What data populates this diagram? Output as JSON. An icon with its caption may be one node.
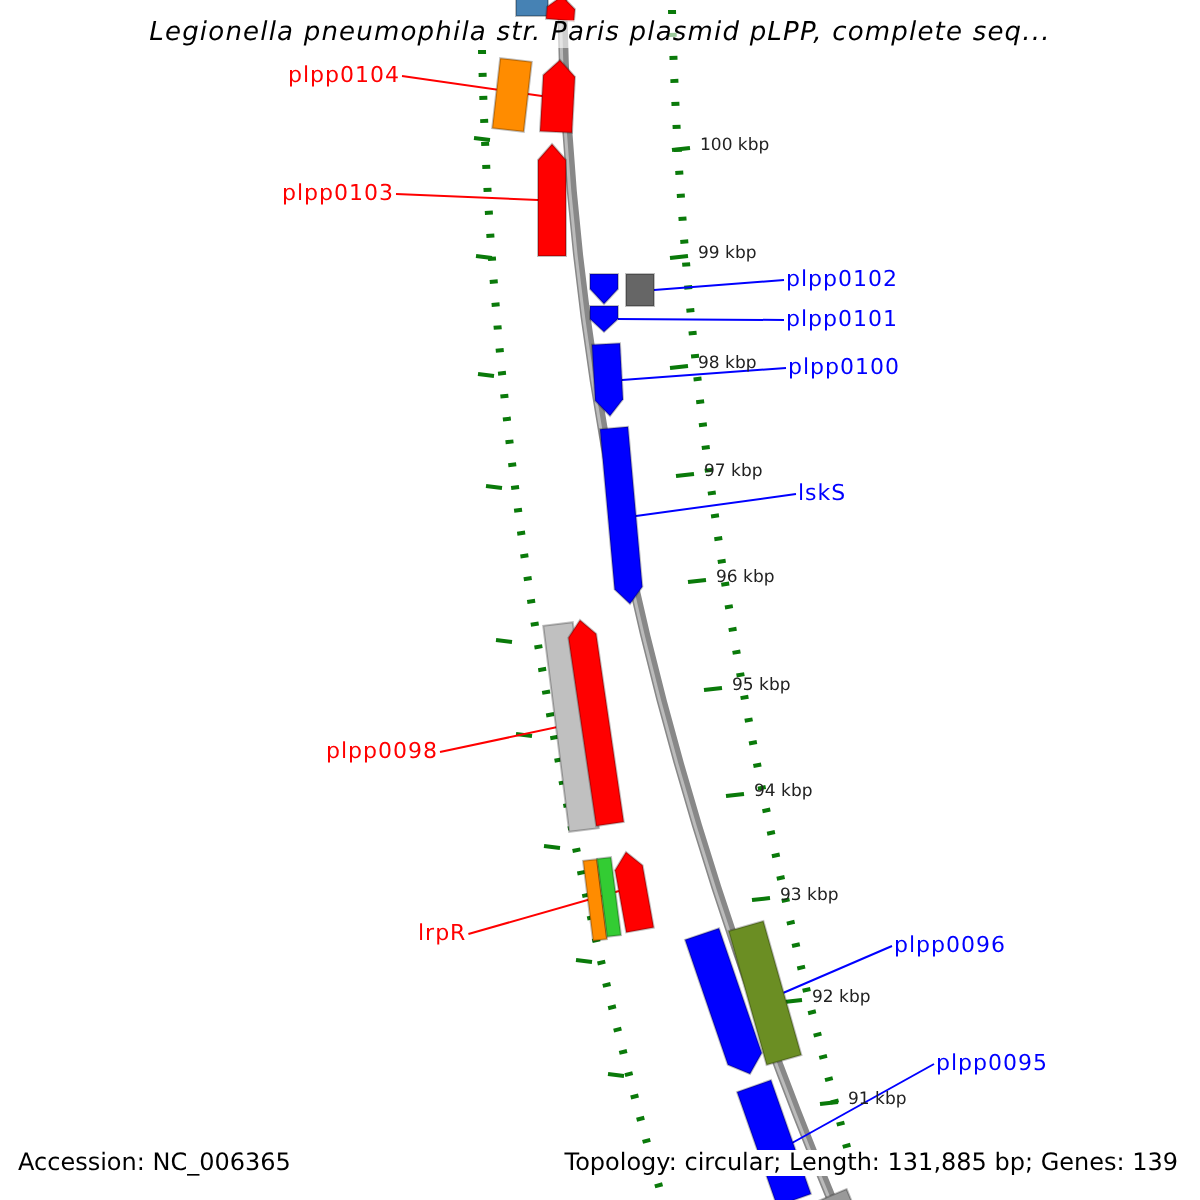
{
  "diagram": {
    "title": "Legionella pneumophila str. Paris plasmid pLPP, complete seq...",
    "nodes": [
      {
        "text": [
          "plpp0104"
        ]
      },
      {
        "text": [
          "plpp0103"
        ]
      },
      {
        "text": [
          "plpp0102"
        ]
      },
      {
        "text": [
          "plpp0101"
        ]
      },
      {
        "text": [
          "plpp0100"
        ]
      },
      {
        "text": [
          "lskS"
        ]
      },
      {
        "text": [
          "plpp0098"
        ]
      },
      {
        "text": [
          "lrpR"
        ]
      },
      {
        "text": [
          "plpp0096"
        ]
      },
      {
        "text": [
          "plpp0095"
        ]
      },
      {
        "text": [],
        "shape": "box"
      },
      {
        "text": [],
        "shape": "arrow"
      },
      {
        "text": [],
        "shape": "box"
      },
      {
        "text": [],
        "shape": "arrow"
      },
      {
        "text": [],
        "shape": "arrow"
      },
      {
        "text": [],
        "shape": "arrow"
      },
      {
        "text": [],
        "shape": "box"
      },
      {
        "text": [],
        "shape": "arrow"
      },
      {
        "text": [],
        "shape": "arrow"
      },
      {
        "text": [],
        "shape": "arrow"
      },
      {
        "text": [],
        "shape": "box"
      },
      {
        "text": [],
        "shape": "arrow"
      },
      {
        "text": [],
        "shape": "box"
      },
      {
        "text": [],
        "shape": "box"
      },
      {
        "text": [],
        "shape": "arrow"
      },
      {
        "text": [],
        "shape": "box"
      },
      {
        "text": [],
        "shape": "arrow"
      },
      {
        "text": [],
        "shape": "box"
      },
      {
        "text": [],
        "shape": "box"
      }
    ],
    "edges": [
      {
        "from": 0,
        "to": 13,
        "arrow": "none",
        "color": "#ff0000"
      },
      {
        "from": 1,
        "to": 14,
        "arrow": "none",
        "color": "#ff0000"
      },
      {
        "from": 2,
        "to": 16,
        "arrow": "none"
      },
      {
        "from": 3,
        "to": 17,
        "arrow": "none"
      },
      {
        "from": 4,
        "to": 18,
        "arrow": "none"
      },
      {
        "from": 5,
        "to": 19,
        "arrow": "none"
      },
      {
        "from": 6,
        "to": 21,
        "arrow": "none",
        "color": "#ff0000"
      },
      {
        "from": 7,
        "to": 24,
        "arrow": "none",
        "color": "#ff0000"
      },
      {
        "from": 8,
        "to": 25,
        "arrow": "none"
      },
      {
        "from": 9,
        "to": 27,
        "arrow": "none"
      }
    ],
    "labels": [
      "100 kbp",
      "99 kbp",
      "98 kbp",
      "97 kbp",
      "96 kbp",
      "95 kbp",
      "94 kbp",
      "93 kbp",
      "92 kbp",
      "91 kbp",
      "Accession: NC_006365",
      "Topology: circular; Length: 131,885 bp; Genes: 139"
    ]
  }
}
